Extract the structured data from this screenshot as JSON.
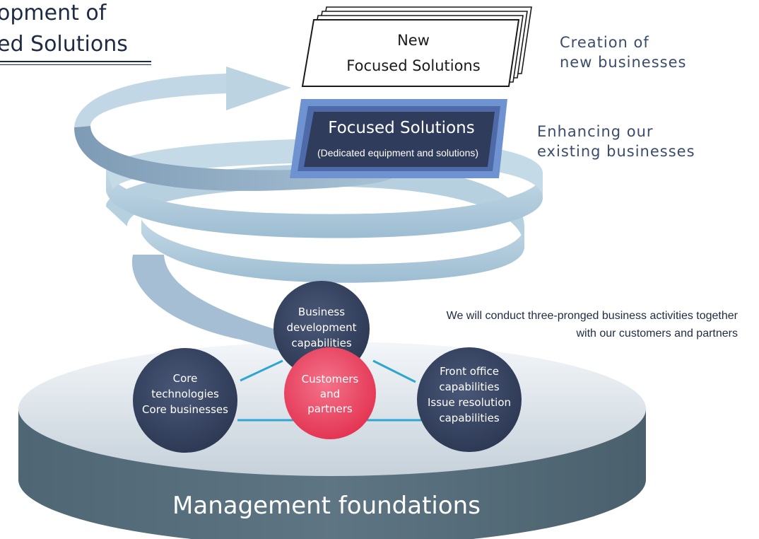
{
  "heading": {
    "line1": "opment of",
    "line2": "ed Solutions"
  },
  "new_focused_solutions": {
    "line1": "New",
    "line2": "Focused Solutions"
  },
  "focused_solutions": {
    "title": "Focused Solutions",
    "subtitle": "(Dedicated equipment and solutions)"
  },
  "right_labels": {
    "creation_line1": "Creation of",
    "creation_line2": "new businesses",
    "enhancing_line1": "Enhancing our",
    "enhancing_line2": "existing businesses"
  },
  "activities_note": {
    "line1": "We will conduct three-pronged business activities together",
    "line2": "with our customers and partners"
  },
  "circles": {
    "business_development": [
      "Business",
      "development",
      "capabilities"
    ],
    "core": [
      "Core",
      "technologies",
      "Core businesses"
    ],
    "customers": [
      "Customers",
      "and",
      "partners"
    ],
    "front_office": [
      "Front office",
      "capabilities",
      "Issue resolution",
      "capabilities"
    ]
  },
  "foundation": {
    "label": "Management foundations"
  },
  "colors": {
    "navy_circle": "#33415e",
    "pink_circle": "#e8395a",
    "spiral_band": "#a9c6d8",
    "connector": "#2fa6cf",
    "platform_side": "#566d7a"
  }
}
